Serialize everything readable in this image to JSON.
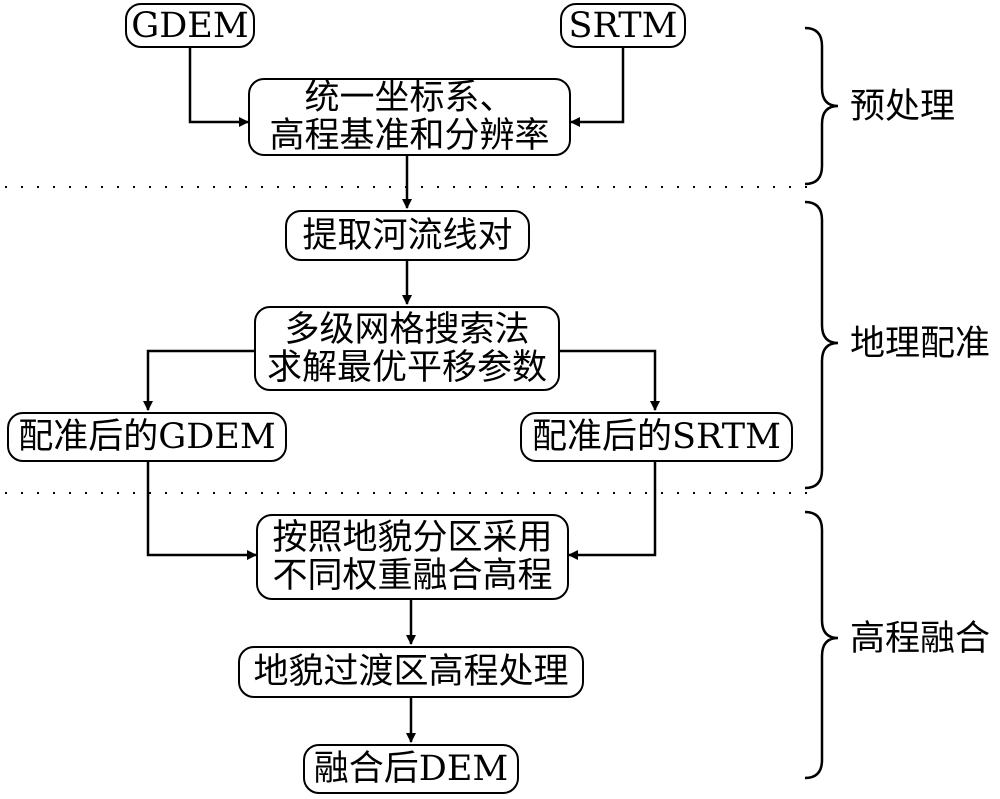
{
  "nodes": {
    "gdem": "GDEM",
    "srtm": "SRTM",
    "unify": "统一坐标系、\n高程基准和分辨率",
    "extract": "提取河流线对",
    "search": "多级网格搜索法\n求解最优平移参数",
    "reg_gdem": "配准后的GDEM",
    "reg_srtm": "配准后的SRTM",
    "fuse_weights": "按照地貌分区采用\n不同权重融合高程",
    "transition": "地貌过渡区高程处理",
    "result": "融合后DEM"
  },
  "phases": {
    "preprocess": "预处理",
    "registration": "地理配准",
    "fusion": "高程融合"
  }
}
